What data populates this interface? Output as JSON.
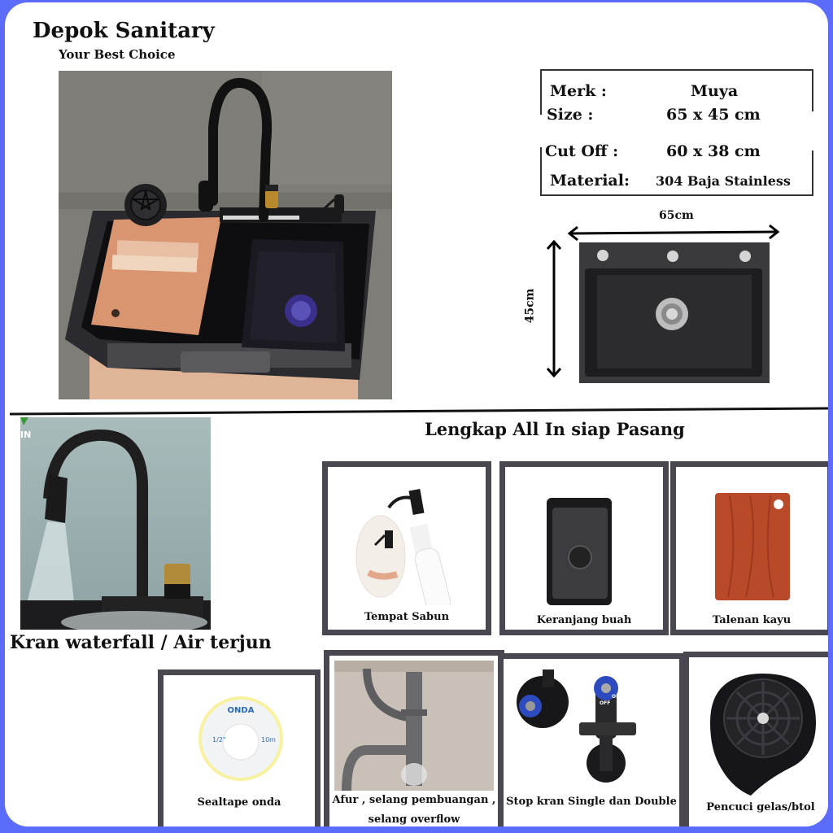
{
  "header": {
    "brand": "Depok Sanitary",
    "tagline": "Your Best Choice"
  },
  "specs": {
    "rows": [
      {
        "label": "Merk  :",
        "value": "Muya"
      },
      {
        "label": "Size      :",
        "value": "65 x 45 cm"
      },
      {
        "label": "Cut Off :",
        "value": "60 x 38 cm"
      },
      {
        "label": "Material:",
        "value": "304 Baja Stainless"
      }
    ]
  },
  "diagram": {
    "width_label": "65cm",
    "height_label": "45cm"
  },
  "package": {
    "title": "Lengkap All In siap Pasang",
    "faucet_caption": "Kran waterfall / Air terjun",
    "faucet_logo": "IN",
    "items": [
      {
        "label": "Tempat Sabun"
      },
      {
        "label": "Keranjang buah"
      },
      {
        "label": "Talenan kayu"
      },
      {
        "label": "Sealtape onda"
      },
      {
        "label": "Afur , selang pembuangan , selang overflow"
      },
      {
        "label": "Stop kran Single dan Double"
      },
      {
        "label": "Pencuci gelas/btol"
      }
    ],
    "sealtape": {
      "brand": "ONDA",
      "width": "1/2\"",
      "length": "10m"
    },
    "valve_text": {
      "on": "ON",
      "off": "OFF"
    }
  },
  "colors": {
    "frame": "#5b6cfb",
    "tile_border": "#4a4750",
    "board": "#d99470",
    "sink": "#1e1d22"
  }
}
